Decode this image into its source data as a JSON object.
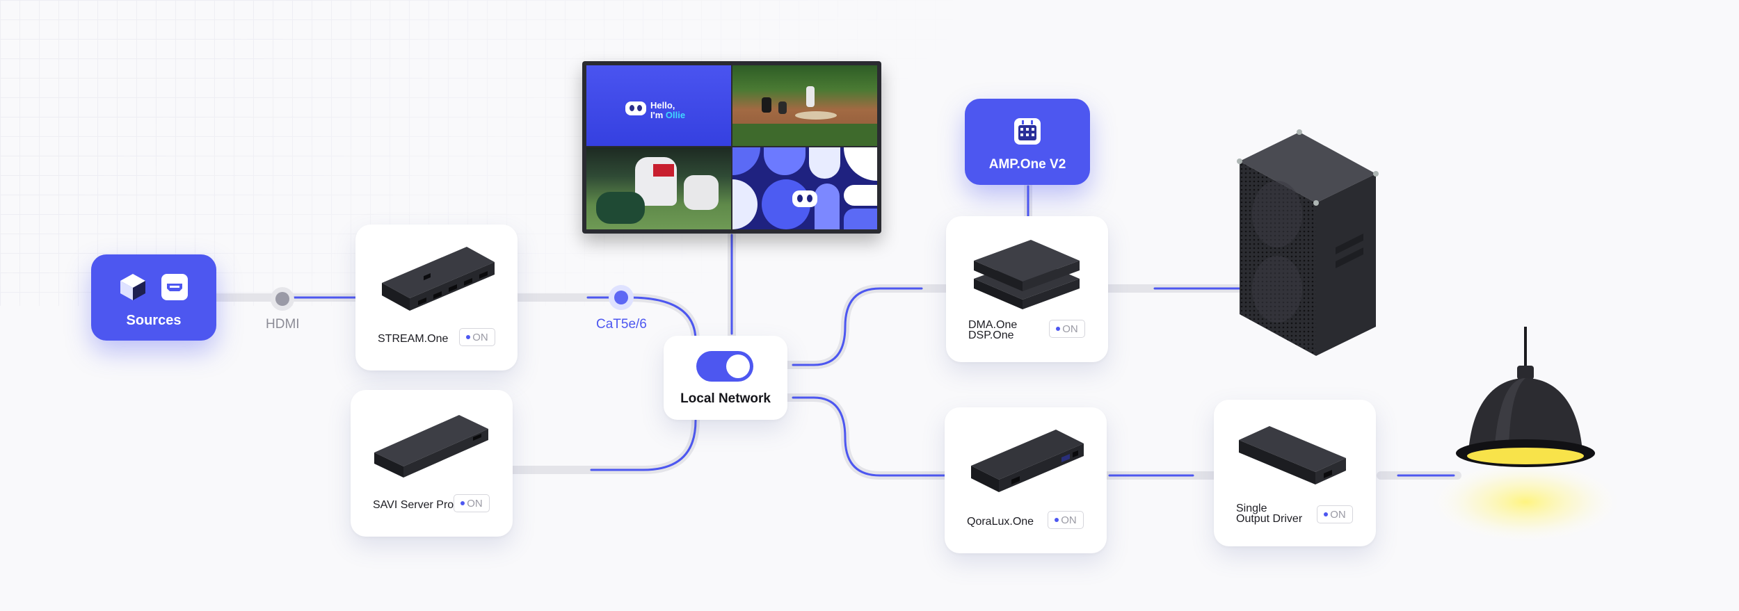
{
  "sources": {
    "label": "Sources"
  },
  "wire_labels": {
    "hdmi": "HDMI",
    "cat": "CaT5e/6"
  },
  "local_network": {
    "label": "Local Network"
  },
  "amp": {
    "label": "AMP.One V2"
  },
  "screen": {
    "greeting_line1": "Hello,",
    "greeting_line2a": "I'm ",
    "greeting_line2b": "Ollie"
  },
  "devices": {
    "stream": {
      "name": "STREAM.One",
      "status": "ON"
    },
    "savi": {
      "name": "SAVI Server Pro",
      "status": "ON"
    },
    "dma": {
      "name_line1": "DMA.One",
      "name_line2": "DSP.One",
      "status": "ON"
    },
    "qoralux": {
      "name": "QoraLux.One",
      "status": "ON"
    },
    "driver": {
      "name_line1": "Single",
      "name_line2": "Output Driver",
      "status": "ON"
    }
  },
  "colors": {
    "accent": "#4d57f0",
    "wire": "#e6e6ea",
    "cyan": "#40d8ff"
  },
  "icons": [
    "cube-icon",
    "hdmi-port-icon",
    "toggle-icon",
    "calendar-icon",
    "speaker-cabinet",
    "pendant-lamp",
    "tv-screen"
  ]
}
